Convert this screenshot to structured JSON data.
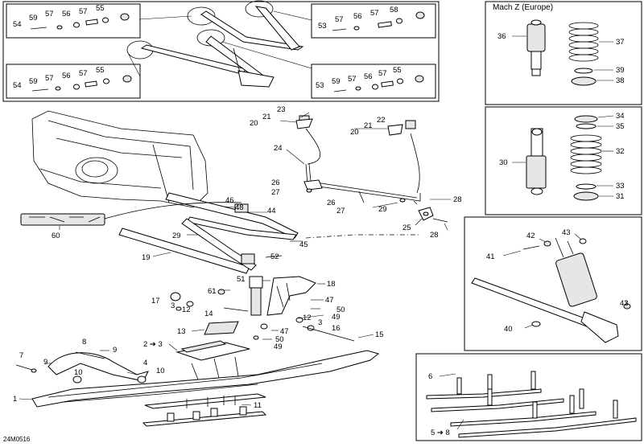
{
  "title": "Mach Z (Europe)",
  "drawing_code": "24M0516",
  "callouts": {
    "tl_54": "54",
    "tl_59": "59",
    "tl_57": "57",
    "tl_56": "56",
    "tl_57b": "57",
    "tl_55": "55",
    "bl_54": "54",
    "bl_59": "59",
    "bl_57": "57",
    "bl_56": "56",
    "bl_57b": "57",
    "bl_55": "55",
    "tr_53": "53",
    "tr_57": "57",
    "tr_56": "56",
    "tr_57b": "57",
    "tr_58": "58",
    "br_53": "53",
    "br_59": "59",
    "br_57": "57",
    "br_56": "56",
    "br_57b": "57",
    "br_55": "55",
    "r_36": "36",
    "r_37": "37",
    "r_39": "39",
    "r_38": "38",
    "r_34": "34",
    "r_35": "35",
    "r_32": "32",
    "r_30": "30",
    "r_33": "33",
    "r_31": "31",
    "s_42": "42",
    "s_43": "43",
    "s_41": "41",
    "s_43b": "43",
    "s_40": "40",
    "sk_6": "6",
    "sk_5to8": "5 ➔ 8",
    "m_23": "23",
    "m_22": "22",
    "m_21": "21",
    "m_20": "20",
    "m_21b": "21",
    "m_20b": "20",
    "m_24": "24",
    "m_26": "26",
    "m_27": "27",
    "m_26b": "26",
    "m_27b": "27",
    "m_28": "28",
    "m_29": "29",
    "m_25": "25",
    "m_28b": "28",
    "m_46": "46",
    "m_48": "48",
    "m_44": "44",
    "m_60": "60",
    "m_29b": "29",
    "m_45": "45",
    "m_19": "19",
    "m_52": "52",
    "m_51": "51",
    "m_18": "18",
    "m_17": "17",
    "m_61": "61",
    "m_3": "3",
    "m_12": "12",
    "m_14": "14",
    "m_47": "47",
    "m_50": "50",
    "m_49": "49",
    "m_12b": "12",
    "m_3b": "3",
    "m_16": "16",
    "m_13": "13",
    "m_47b": "47",
    "m_50b": "50",
    "m_49b": "49",
    "m_15": "15",
    "m_2to3": "2 ➔ 3",
    "m_8": "8",
    "m_9": "9",
    "m_7": "7",
    "m_9b": "9",
    "m_4": "4",
    "m_10": "10",
    "m_10b": "10",
    "m_1": "1",
    "m_11": "11"
  }
}
